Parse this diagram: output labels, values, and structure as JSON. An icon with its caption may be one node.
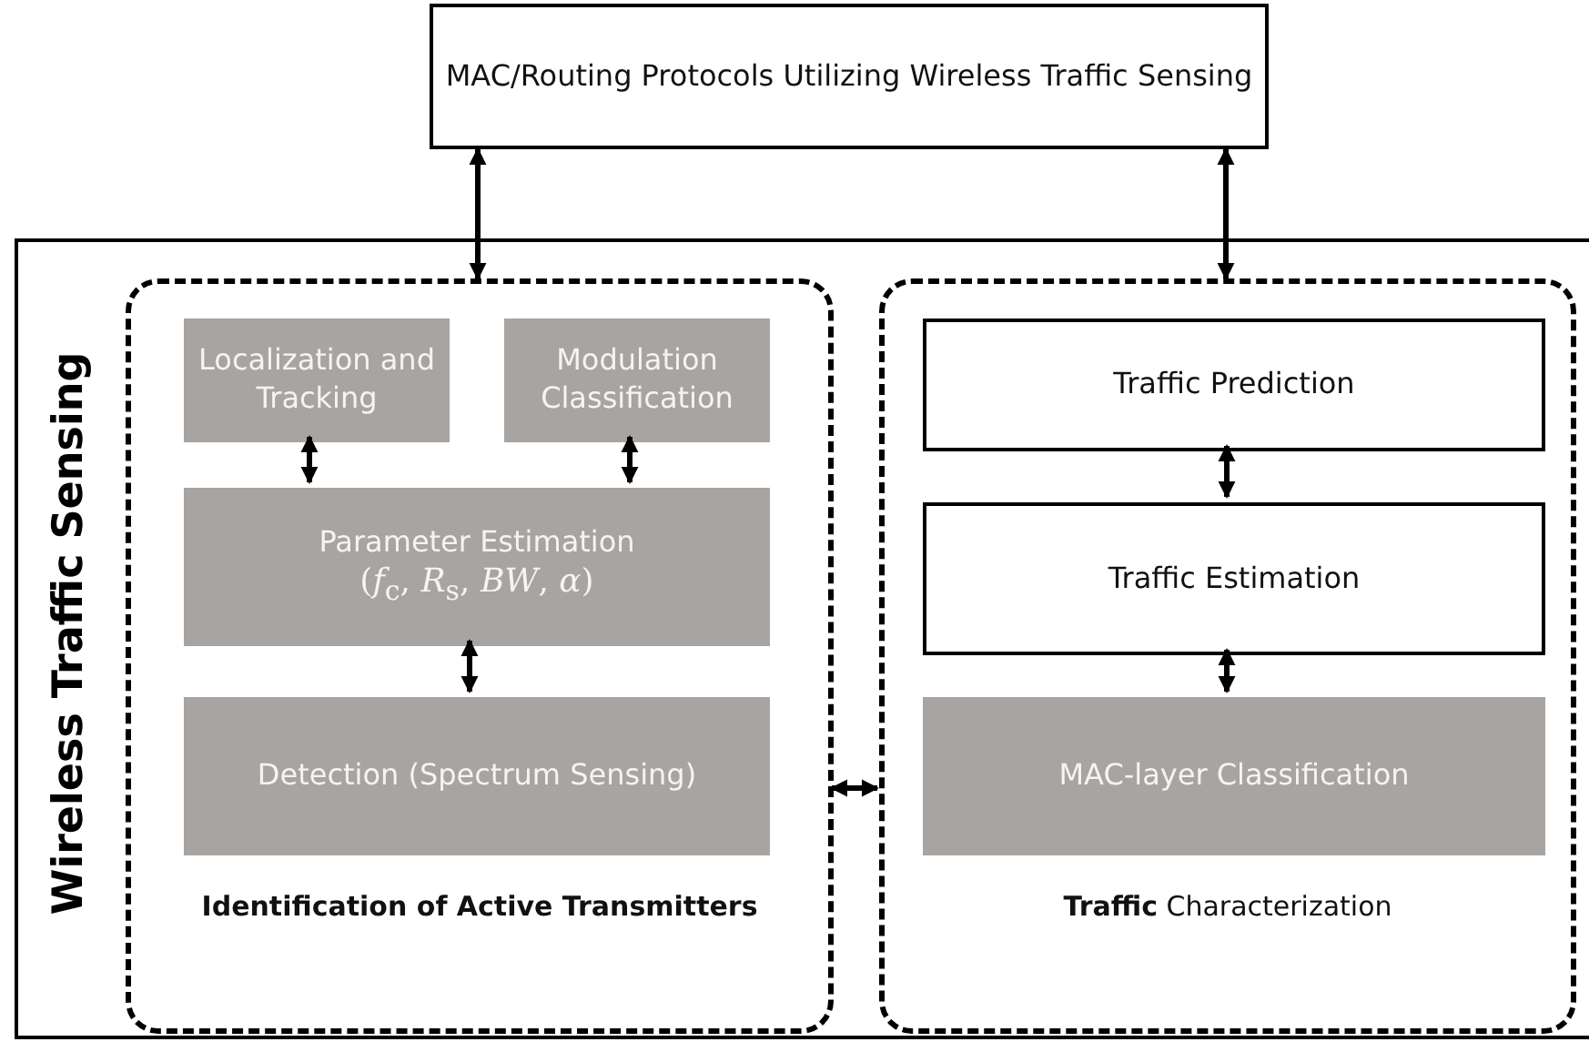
{
  "diagram": {
    "nodes": [
      {
        "text": [
          "MAC/Routing Protocols Utilizing Wireless Traffic Sensing"
        ]
      },
      {
        "text": [
          "Wireless Traffic Sensing"
        ]
      },
      {
        "text": [
          "Identification of Active Transmitters"
        ],
        "in": 1
      },
      {
        "text": [
          "Localization and Tracking"
        ],
        "in": 2
      },
      {
        "text": [
          "Modulation Classification"
        ],
        "in": 2
      },
      {
        "text": [
          "Parameter Estimation",
          "(*f*$_{c}$, *R*$_{s}$, *BW*, *α*)"
        ],
        "in": 2
      },
      {
        "text": [
          "Detection (Spectrum Sensing)"
        ],
        "in": 2
      },
      {
        "text": [
          "**Traffic** Characterization"
        ],
        "in": 1
      },
      {
        "text": [
          "Traffic Prediction"
        ],
        "in": 7
      },
      {
        "text": [
          "Traffic Estimation"
        ],
        "in": 7
      },
      {
        "text": [
          "MAC-layer Classification"
        ],
        "in": 7
      }
    ],
    "edges": [
      {
        "from": 0,
        "to": 2,
        "arrow": "both"
      },
      {
        "from": 0,
        "to": 7,
        "arrow": "both"
      },
      {
        "from": 3,
        "to": 5,
        "arrow": "both"
      },
      {
        "from": 4,
        "to": 5,
        "arrow": "both"
      },
      {
        "from": 5,
        "to": 6,
        "arrow": "both"
      },
      {
        "from": 2,
        "to": 7,
        "arrow": "both"
      },
      {
        "from": 8,
        "to": 9,
        "arrow": "both"
      },
      {
        "from": 9,
        "to": 10,
        "arrow": "both"
      }
    ]
  }
}
